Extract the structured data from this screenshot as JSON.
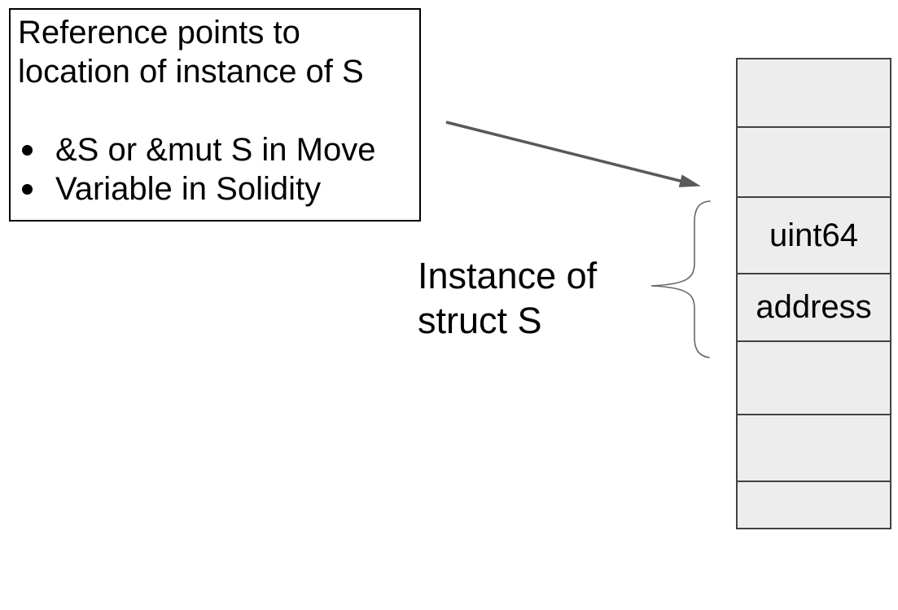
{
  "slide": {
    "note_box": {
      "heading_line1": "Reference points to",
      "heading_line2": "location of instance of S",
      "bullets": [
        "&S or &mut S in Move",
        "Variable in Solidity"
      ]
    },
    "instance_label": {
      "line1": "Instance of",
      "line2": "struct S"
    },
    "memory_column": {
      "cells": [
        {
          "label": ""
        },
        {
          "label": ""
        },
        {
          "label": "uint64"
        },
        {
          "label": "address"
        },
        {
          "label": ""
        },
        {
          "label": ""
        },
        {
          "label": ""
        }
      ]
    },
    "colors": {
      "cell_fill": "#ededed",
      "cell_border": "#424242",
      "arrow": "#595959",
      "brace": "#666666",
      "box_border": "#000000",
      "text": "#000000",
      "background": "#ffffff"
    }
  }
}
